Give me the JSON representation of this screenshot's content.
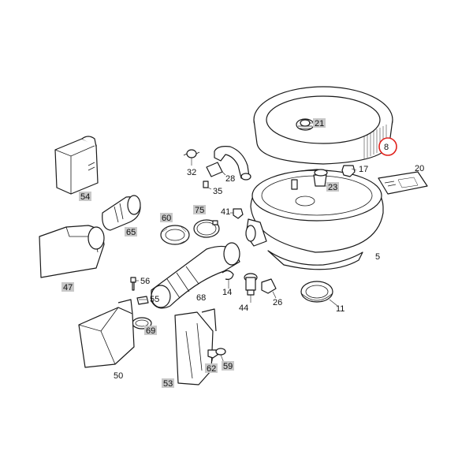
{
  "diagram": {
    "highlight_color": "#e0201b",
    "label_box_color": "#c8c8c8",
    "highlighted_part": "8",
    "labels": [
      {
        "id": "8",
        "boxed": false,
        "highlight": true
      },
      {
        "id": "21",
        "boxed": true
      },
      {
        "id": "17",
        "boxed": false
      },
      {
        "id": "20",
        "boxed": false
      },
      {
        "id": "23",
        "boxed": true
      },
      {
        "id": "32",
        "boxed": false
      },
      {
        "id": "28",
        "boxed": false
      },
      {
        "id": "35",
        "boxed": false
      },
      {
        "id": "41",
        "boxed": false
      },
      {
        "id": "5",
        "boxed": false
      },
      {
        "id": "54",
        "boxed": true
      },
      {
        "id": "65",
        "boxed": true
      },
      {
        "id": "60",
        "boxed": true
      },
      {
        "id": "75",
        "boxed": true
      },
      {
        "id": "47",
        "boxed": true
      },
      {
        "id": "14",
        "boxed": false
      },
      {
        "id": "68",
        "boxed": false
      },
      {
        "id": "44",
        "boxed": false
      },
      {
        "id": "26",
        "boxed": false
      },
      {
        "id": "11",
        "boxed": false
      },
      {
        "id": "56",
        "boxed": false
      },
      {
        "id": "55",
        "boxed": false
      },
      {
        "id": "69",
        "boxed": true
      },
      {
        "id": "62",
        "boxed": true
      },
      {
        "id": "59",
        "boxed": true
      },
      {
        "id": "50",
        "boxed": false
      },
      {
        "id": "53",
        "boxed": true
      }
    ]
  }
}
